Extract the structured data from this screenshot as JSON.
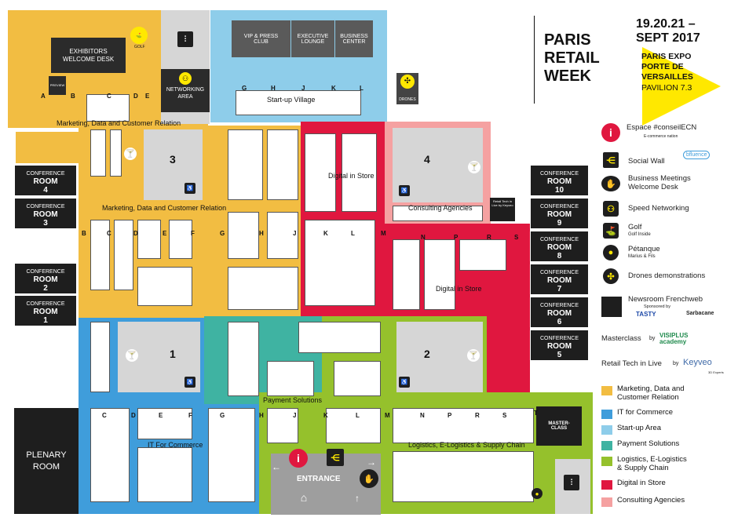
{
  "header": {
    "title_lines": [
      "PARIS",
      "RETAIL",
      "WEEK"
    ],
    "dates": "19.20.21 –\nSEPT 2017",
    "venue_lines": [
      "PARIS EXPO",
      "PORTE DE",
      "VERSAILLES"
    ],
    "pavilion": "PAVILION 7.3"
  },
  "colors": {
    "marketing": "#f2bd42",
    "it": "#3f9ddb",
    "startup": "#8ecdea",
    "payment": "#3fb3a2",
    "logistics": "#95c12c",
    "digital": "#e0173f",
    "consulting": "#f5a1a1",
    "dark": "#1e1e1e",
    "yellow_accent": "#ffe800"
  },
  "areas": {
    "exhibitors_desk": "EXHIBITORS WELCOME DESK",
    "preview": "PREVIEW",
    "golf": "GOLF",
    "networking": "NETWORKING AREA",
    "vip": "VIP & PRESS CLUB",
    "exec": "EXECUTIVE LOUNGE",
    "business": "BUSINESS CENTER",
    "drones": "DRONES",
    "startup_village": "Start-up Village",
    "marketing_top": "Marketing, Data and Customer Relation",
    "marketing_mid": "Marketing, Data and Customer Relation",
    "digital_in_store_top": "Digital in Store",
    "digital_in_store_mid": "Digital in Store",
    "consulting": "Consulting Agencies",
    "payment": "Payment Solutions",
    "it_commerce": "IT For Commerce",
    "logistics": "Logistics, E-Logistics & Supply Chain",
    "plenary": "PLENARY ROOM",
    "entrance": "ENTRANCE",
    "masterclass": "MASTER-CLASS",
    "retail_tech": "Retail Tech in Live by Keyveo",
    "petanque": "PÉTANQUE",
    "hall_numbers": [
      "1",
      "2",
      "3",
      "4"
    ]
  },
  "conference_left": [
    {
      "label": "CONFERENCE",
      "room": "ROOM",
      "num": "4"
    },
    {
      "label": "CONFERENCE",
      "room": "ROOM",
      "num": "3"
    },
    {
      "label": "CONFERENCE",
      "room": "ROOM",
      "num": "2"
    },
    {
      "label": "CONFERENCE",
      "room": "ROOM",
      "num": "1"
    }
  ],
  "conference_right": [
    {
      "label": "CONFERENCE",
      "room": "ROOM",
      "num": "10"
    },
    {
      "label": "CONFERENCE",
      "room": "ROOM",
      "num": "9"
    },
    {
      "label": "CONFERENCE",
      "room": "ROOM",
      "num": "8"
    },
    {
      "label": "CONFERENCE",
      "room": "ROOM",
      "num": "7"
    },
    {
      "label": "CONFERENCE",
      "room": "ROOM",
      "num": "6"
    },
    {
      "label": "CONFERENCE",
      "room": "ROOM",
      "num": "5"
    }
  ],
  "row_letters_top": [
    "A",
    "B",
    "C",
    "D",
    "E"
  ],
  "row_letters_mid": [
    "B",
    "C",
    "D",
    "E",
    "F",
    "G",
    "H",
    "J",
    "K",
    "L",
    "M",
    "N",
    "P",
    "R",
    "S"
  ],
  "row_letters_bottom": [
    "C",
    "D",
    "E",
    "F",
    "G",
    "H",
    "J",
    "K",
    "L",
    "M",
    "N",
    "P",
    "R",
    "S",
    "T"
  ],
  "row_letters_startup": [
    "G",
    "H",
    "J",
    "K",
    "L"
  ],
  "legend_icons": [
    {
      "icon": "info-icon",
      "title": "Espace #conseilECN",
      "sub": "E-commerce nation"
    },
    {
      "icon": "share-icon",
      "title": "Social Wall",
      "sub": "bfluence"
    },
    {
      "icon": "handshake-icon",
      "title": "Business Meetings\nWelcome Desk",
      "sub": ""
    },
    {
      "icon": "speed-networking-icon",
      "title": "Speed Networking",
      "sub": ""
    },
    {
      "icon": "golf-icon",
      "title": "Golf",
      "sub": "Golf Inside"
    },
    {
      "icon": "petanque-icon",
      "title": "Pétanque",
      "sub": "Marius & Fils"
    },
    {
      "icon": "drone-icon",
      "title": "Drones demonstrations",
      "sub": ""
    }
  ],
  "newsroom": {
    "title": "Newsroom Frenchweb",
    "sponsored": "Sponsored by",
    "s1": "TASTY",
    "s2": "Sarbacane"
  },
  "masterclass_line": {
    "title": "Masterclass",
    "by": "by",
    "brand": "VISIPLUS academy"
  },
  "retail_tech_line": {
    "title": "Retail Tech in Live",
    "by": "by",
    "brand": "Keyveo",
    "sub": "3D Experts"
  },
  "legend_sectors": [
    {
      "color": "#f2bd42",
      "label": "Marketing, Data and\nCustomer Relation"
    },
    {
      "color": "#3f9ddb",
      "label": "IT for Commerce"
    },
    {
      "color": "#8ecdea",
      "label": "Start-up Area"
    },
    {
      "color": "#3fb3a2",
      "label": "Payment Solutions"
    },
    {
      "color": "#95c12c",
      "label": "Logistics, E-Logistics\n& Supply Chain"
    },
    {
      "color": "#e0173f",
      "label": "Digital in Store"
    },
    {
      "color": "#f5a1a1",
      "label": "Consulting Agencies"
    }
  ]
}
